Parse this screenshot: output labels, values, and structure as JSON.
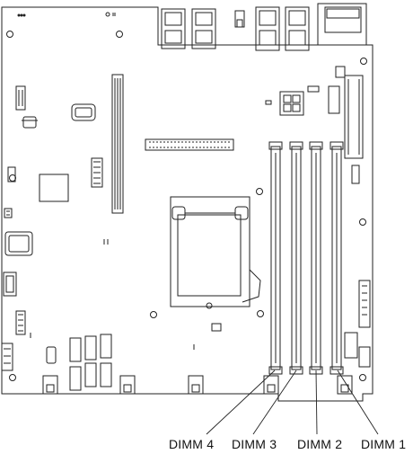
{
  "labels": {
    "dimm4": "DIMM 4",
    "dimm3": "DIMM 3",
    "dimm2": "DIMM 2",
    "dimm1": "DIMM 1"
  }
}
